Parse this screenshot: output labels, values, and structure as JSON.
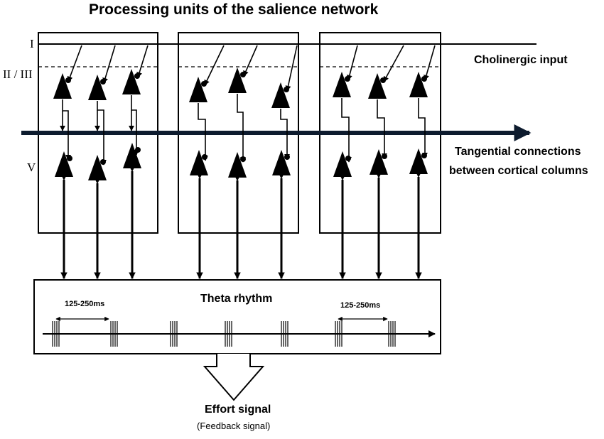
{
  "title": "Processing units of the salience network",
  "layers": {
    "l1": "I",
    "l23": "II / III",
    "l5": "V"
  },
  "cholinergic_label": "Cholinergic input",
  "tangential_label": [
    "Tangential  connections",
    "between cortical columns"
  ],
  "theta": {
    "title": "Theta rhythm",
    "interval_labels": [
      "125-250ms",
      "125-250ms"
    ]
  },
  "effort": {
    "label": "Effort signal",
    "sublabel": "(Feedback signal)"
  },
  "colors": {
    "ink": "#000000",
    "axis_arrow": "#0d1b2e",
    "background": "#ffffff"
  },
  "icons": [
    "pyramidal-neuron-icon",
    "spike-burst-icon",
    "block-arrow-down-icon"
  ]
}
